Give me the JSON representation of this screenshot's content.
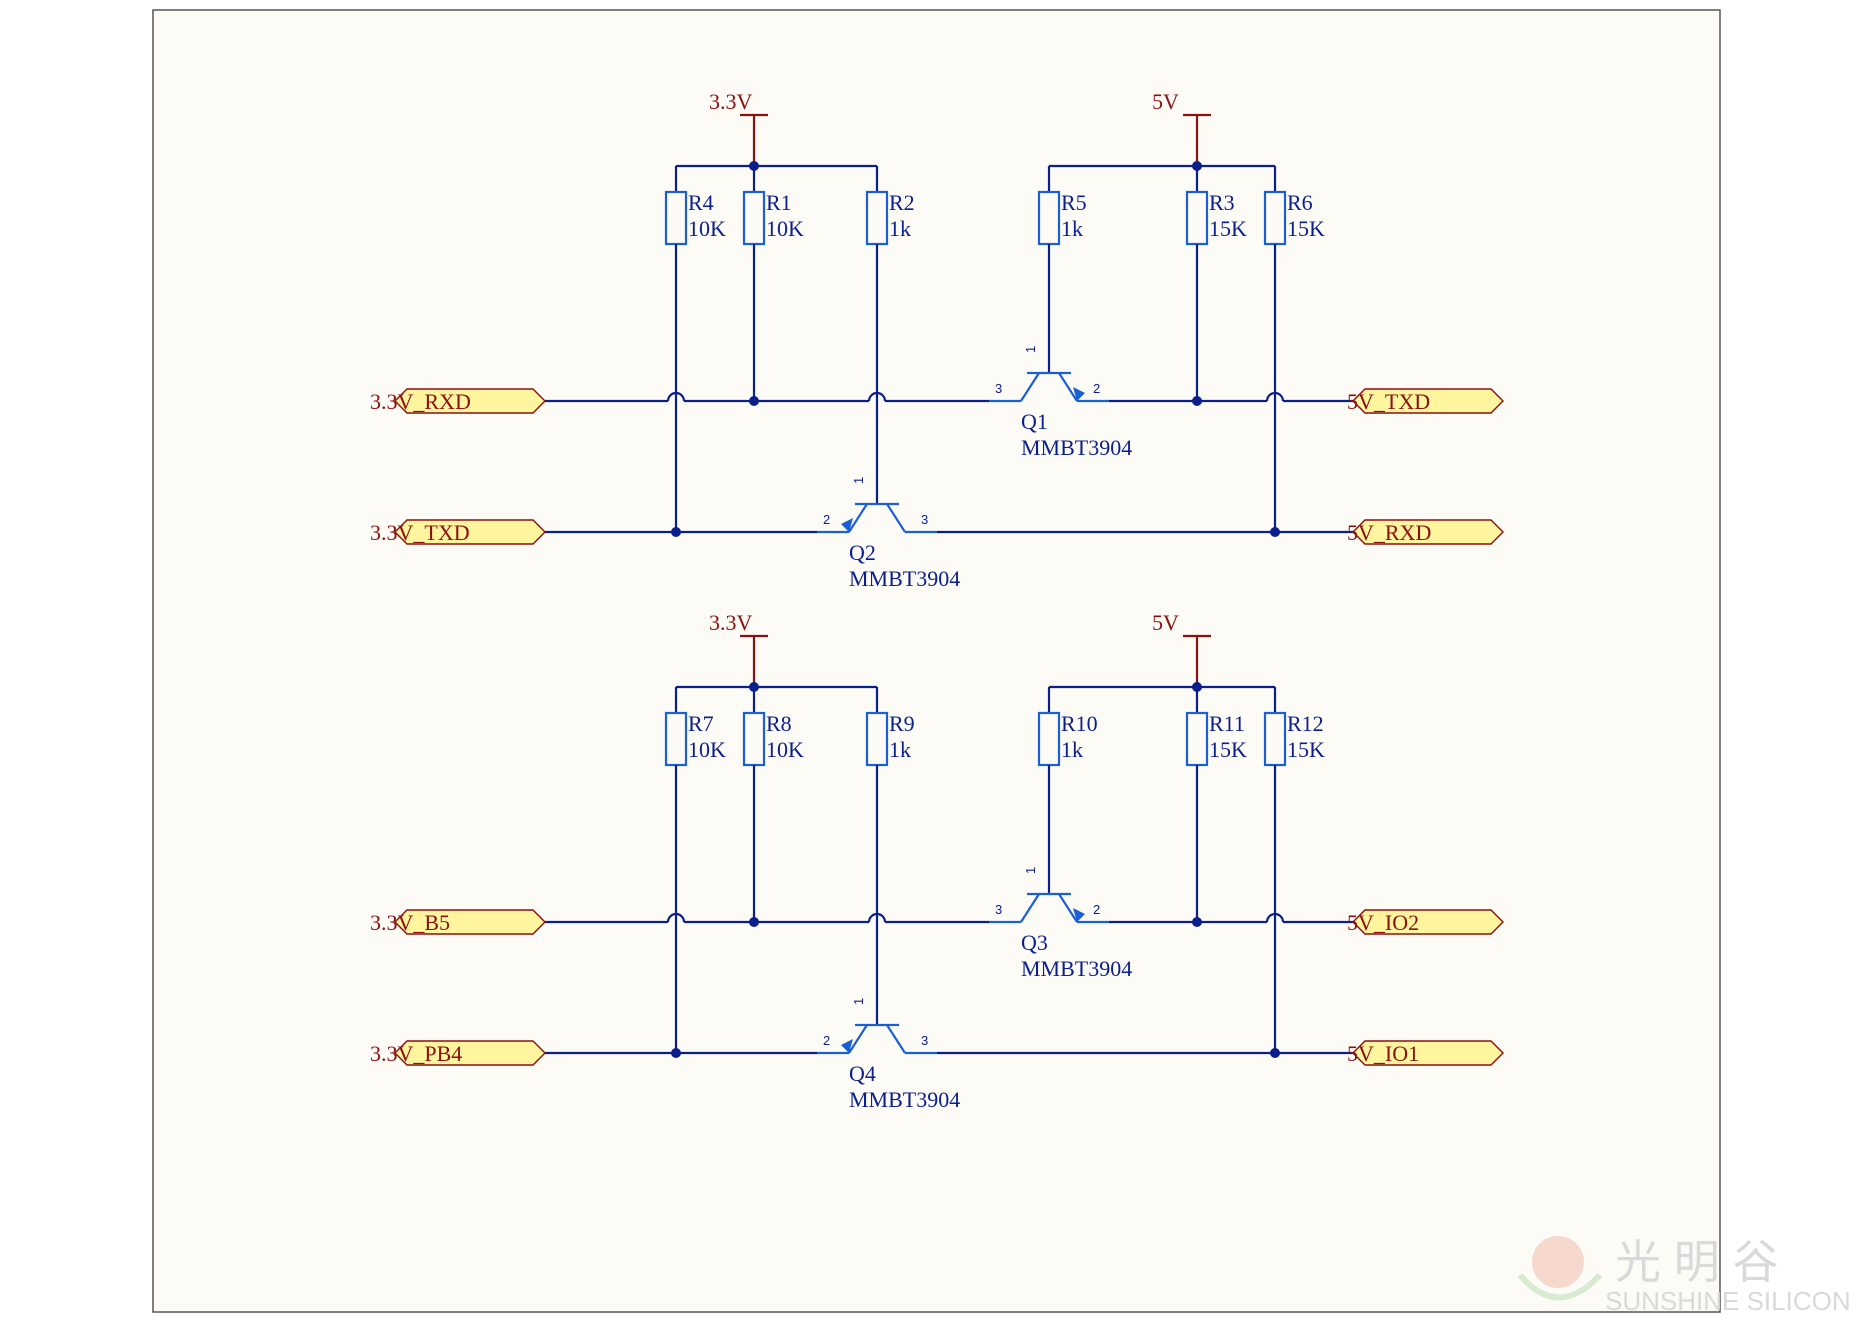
{
  "power": {
    "v33": "3.3V",
    "v5": "5V"
  },
  "block1": {
    "resistors": [
      {
        "ref": "R4",
        "val": "10K"
      },
      {
        "ref": "R1",
        "val": "10K"
      },
      {
        "ref": "R2",
        "val": "1k"
      },
      {
        "ref": "R5",
        "val": "1k"
      },
      {
        "ref": "R3",
        "val": "15K"
      },
      {
        "ref": "R6",
        "val": "15K"
      }
    ],
    "q_top": {
      "ref": "Q1",
      "part": "MMBT3904"
    },
    "q_bot": {
      "ref": "Q2",
      "part": "MMBT3904"
    },
    "ports": {
      "left_top": "3.3V_RXD",
      "left_bot": "3.3V_TXD",
      "right_top": "5V_TXD",
      "right_bot": "5V_RXD"
    }
  },
  "block2": {
    "resistors": [
      {
        "ref": "R7",
        "val": "10K"
      },
      {
        "ref": "R8",
        "val": "10K"
      },
      {
        "ref": "R9",
        "val": "1k"
      },
      {
        "ref": "R10",
        "val": "1k"
      },
      {
        "ref": "R11",
        "val": "15K"
      },
      {
        "ref": "R12",
        "val": "15K"
      }
    ],
    "q_top": {
      "ref": "Q3",
      "part": "MMBT3904"
    },
    "q_bot": {
      "ref": "Q4",
      "part": "MMBT3904"
    },
    "ports": {
      "left_top": "3.3V_B5",
      "left_bot": "3.3V_PB4",
      "right_top": "5V_IO2",
      "right_bot": "5V_IO1"
    }
  },
  "pins": {
    "base": "1",
    "emitter": "2",
    "collector": "3"
  },
  "watermark": {
    "cn": "光 明 谷",
    "en": "SUNSHINE SILICON"
  }
}
